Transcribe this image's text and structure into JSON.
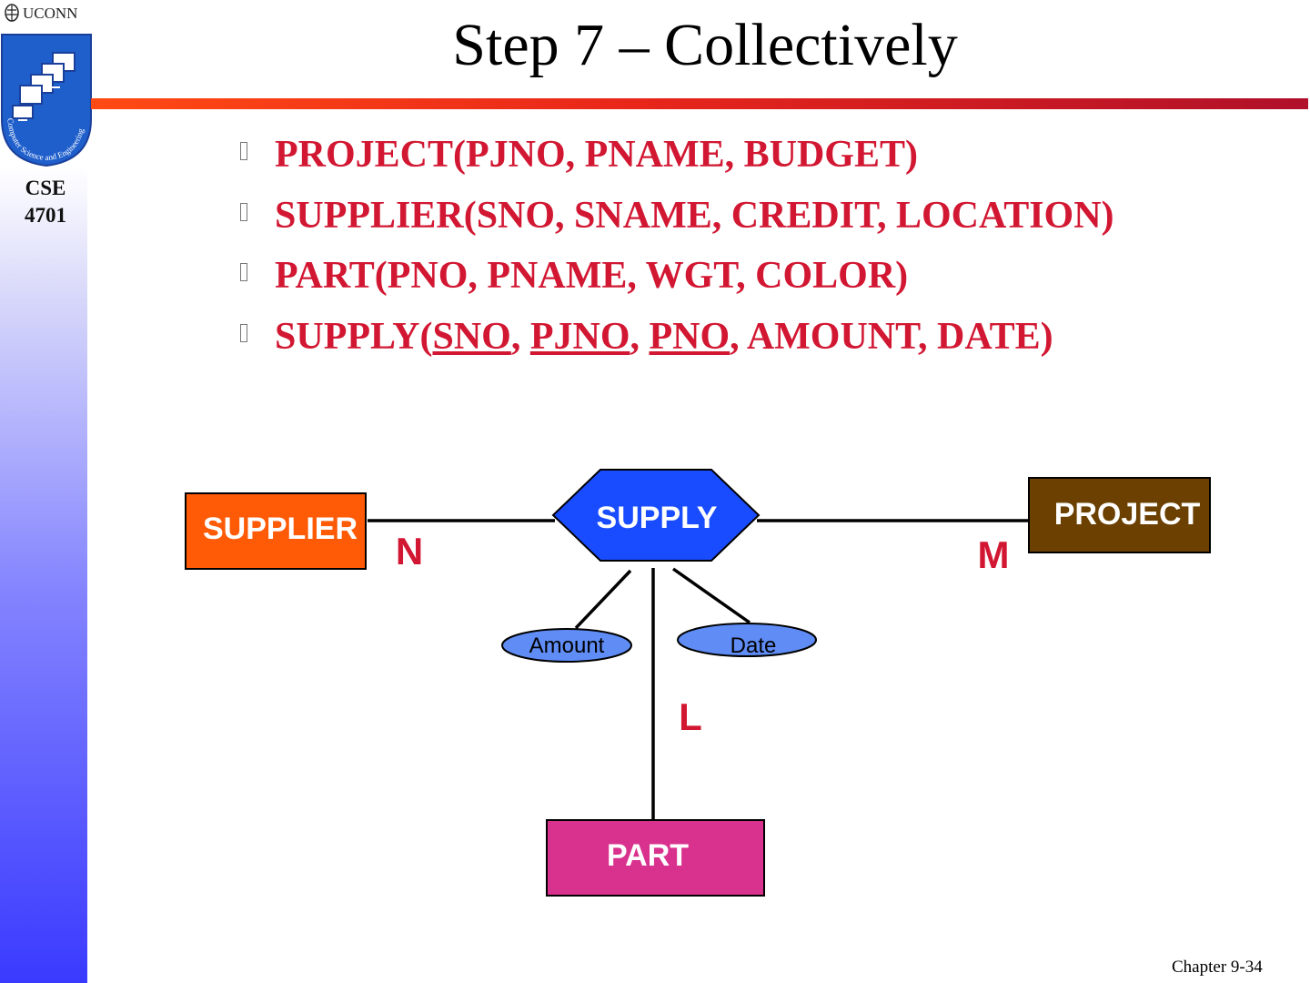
{
  "sidebar": {
    "brand": "UCONN",
    "logo_text": "Computer Science and Engineering",
    "course_line1": "CSE",
    "course_line2": "4701"
  },
  "title": "Step 7 – Collectively",
  "bullets": [
    {
      "parts": [
        {
          "text": "PROJECT(PJNO, PNAME, BUDGET)",
          "u": false
        }
      ]
    },
    {
      "parts": [
        {
          "text": "SUPPLIER(SNO, SNAME, CREDIT, LOCATION)",
          "u": false
        }
      ]
    },
    {
      "parts": [
        {
          "text": "PART(PNO, PNAME, WGT, COLOR)",
          "u": false
        }
      ]
    },
    {
      "parts": [
        {
          "text": "SUPPLY(",
          "u": false
        },
        {
          "text": "SNO",
          "u": true
        },
        {
          "text": ", ",
          "u": false
        },
        {
          "text": "PJNO",
          "u": true
        },
        {
          "text": ", ",
          "u": false
        },
        {
          "text": "PNO",
          "u": true
        },
        {
          "text": ", AMOUNT, DATE)",
          "u": false
        }
      ]
    }
  ],
  "diagram": {
    "supplier": "SUPPLIER",
    "supply": "SUPPLY",
    "project": "PROJECT",
    "part": "PART",
    "amount": "Amount",
    "date": "Date",
    "card_n": "N",
    "card_m": "M",
    "card_l": "L"
  },
  "colors": {
    "supplier": "#ff5a05",
    "supply": "#1a4cff",
    "project": "#6b4000",
    "part": "#d9318e",
    "attribute": "#5f8cf5",
    "cardinality": "#d21732",
    "bullet_text": "#d21732"
  },
  "footer": "Chapter 9-34"
}
